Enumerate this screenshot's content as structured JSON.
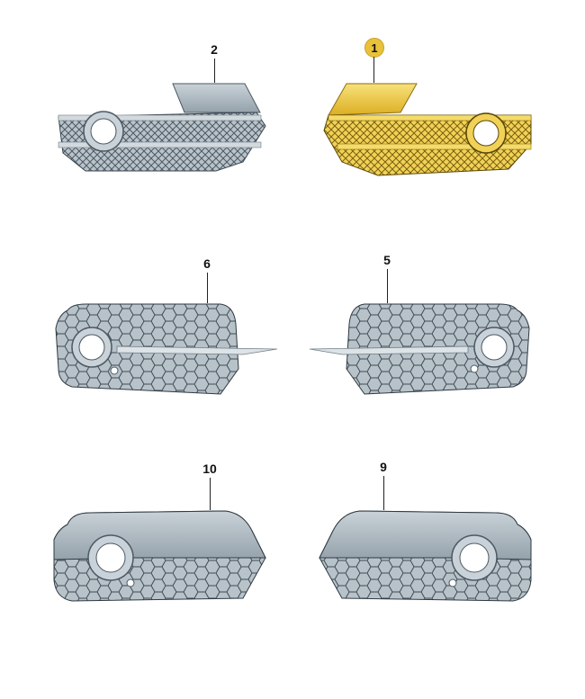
{
  "diagram": {
    "title": "",
    "type": "parts-illustration",
    "colors": {
      "part_default": "#a8b4bc",
      "part_dark": "#6f7d87",
      "part_highlight": "#e8c13a",
      "badge": "#e9c23b"
    },
    "parts": [
      {
        "id": "part-2",
        "label": "2",
        "highlighted": false,
        "description": "grille with mesh, fog lamp ring on left, upper flap"
      },
      {
        "id": "part-1",
        "label": "1",
        "highlighted": true,
        "description": "grille with mesh, fog lamp ring on right, upper flap (highlighted yellow)"
      },
      {
        "id": "part-6",
        "label": "6",
        "highlighted": false,
        "description": "honeycomb grille, fog lamp on left, chrome strip extending right"
      },
      {
        "id": "part-5",
        "label": "5",
        "highlighted": false,
        "description": "honeycomb grille, fog lamp on right, chrome strip extending left"
      },
      {
        "id": "part-10",
        "label": "10",
        "highlighted": false,
        "description": "solid upper cover with honeycomb lower, fog lamp on left"
      },
      {
        "id": "part-9",
        "label": "9",
        "highlighted": false,
        "description": "solid upper cover with honeycomb lower, fog lamp on right"
      }
    ]
  }
}
